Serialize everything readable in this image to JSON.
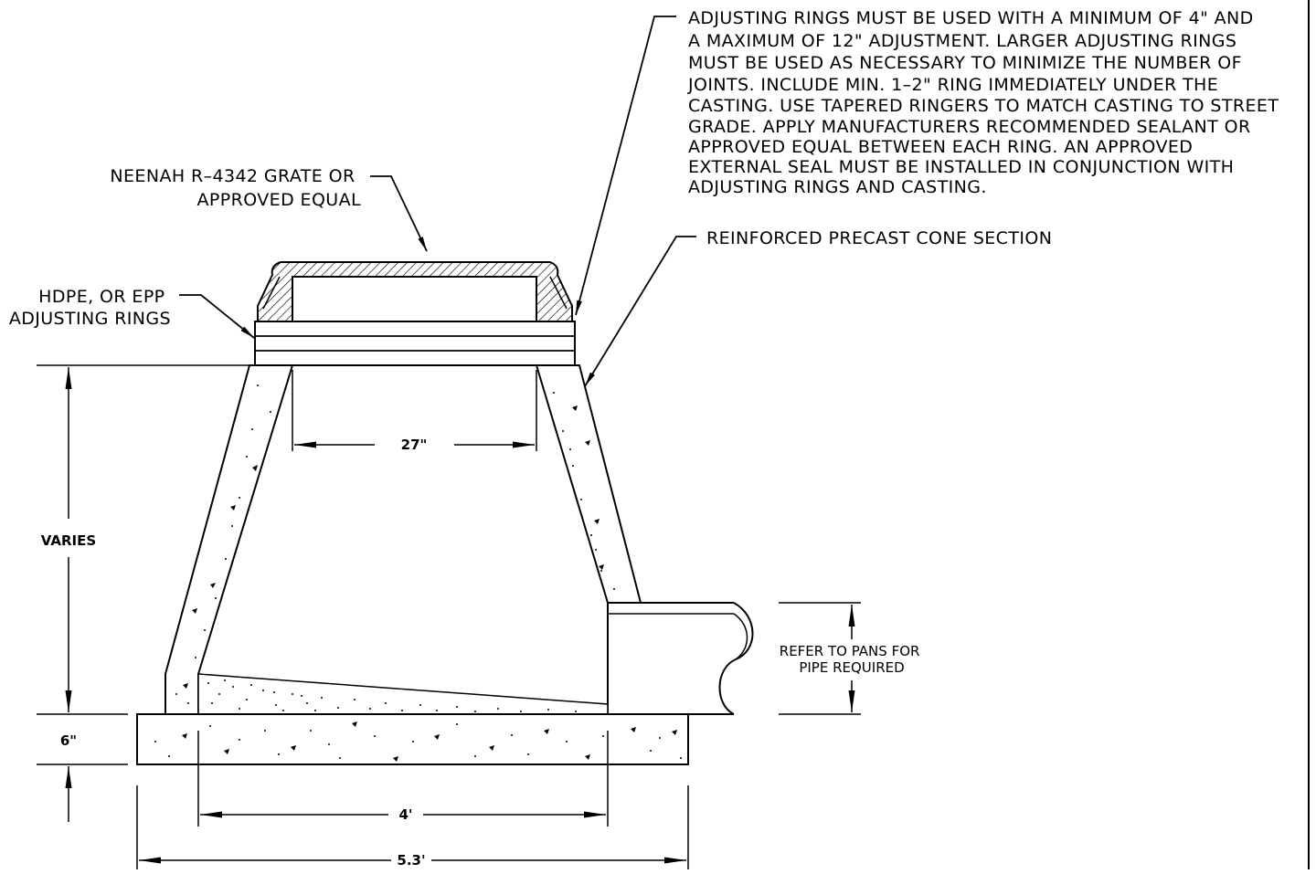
{
  "drawing": {
    "note_adjusting_rings": [
      "ADJUSTING RINGS MUST BE USED WITH A MINIMUM OF 4\" AND",
      "A MAXIMUM OF 12\" ADJUSTMENT. LARGER ADJUSTING RINGS",
      "MUST BE USED AS NECESSARY TO MINIMIZE THE NUMBER OF",
      "JOINTS. INCLUDE MIN. 1–2\" RING IMMEDIATELY UNDER THE",
      "CASTING. USE TAPERED RINGERS TO MATCH CASTING TO STREET",
      "GRADE. APPLY MANUFACTURERS RECOMMENDED SEALANT OR",
      "APPROVED EQUAL BETWEEN EACH RING. AN APPROVED",
      "EXTERNAL SEAL MUST BE INSTALLED IN CONJUNCTION WITH",
      "ADJUSTING RINGS AND CASTING."
    ],
    "label_grate": [
      "NEENAH R–4342 GRATE OR",
      "APPROVED EQUAL"
    ],
    "label_cone": "REINFORCED PRECAST CONE SECTION",
    "label_rings": [
      "HDPE, OR EPP",
      "ADJUSTING RINGS"
    ],
    "label_pipe": [
      "REFER TO PANS FOR",
      "PIPE REQUIRED"
    ],
    "dim_opening": "27\"",
    "dim_height": "VARIES",
    "dim_base_thickness": "6\"",
    "dim_inner_width": "4'",
    "dim_outer_width": "5.3'"
  }
}
